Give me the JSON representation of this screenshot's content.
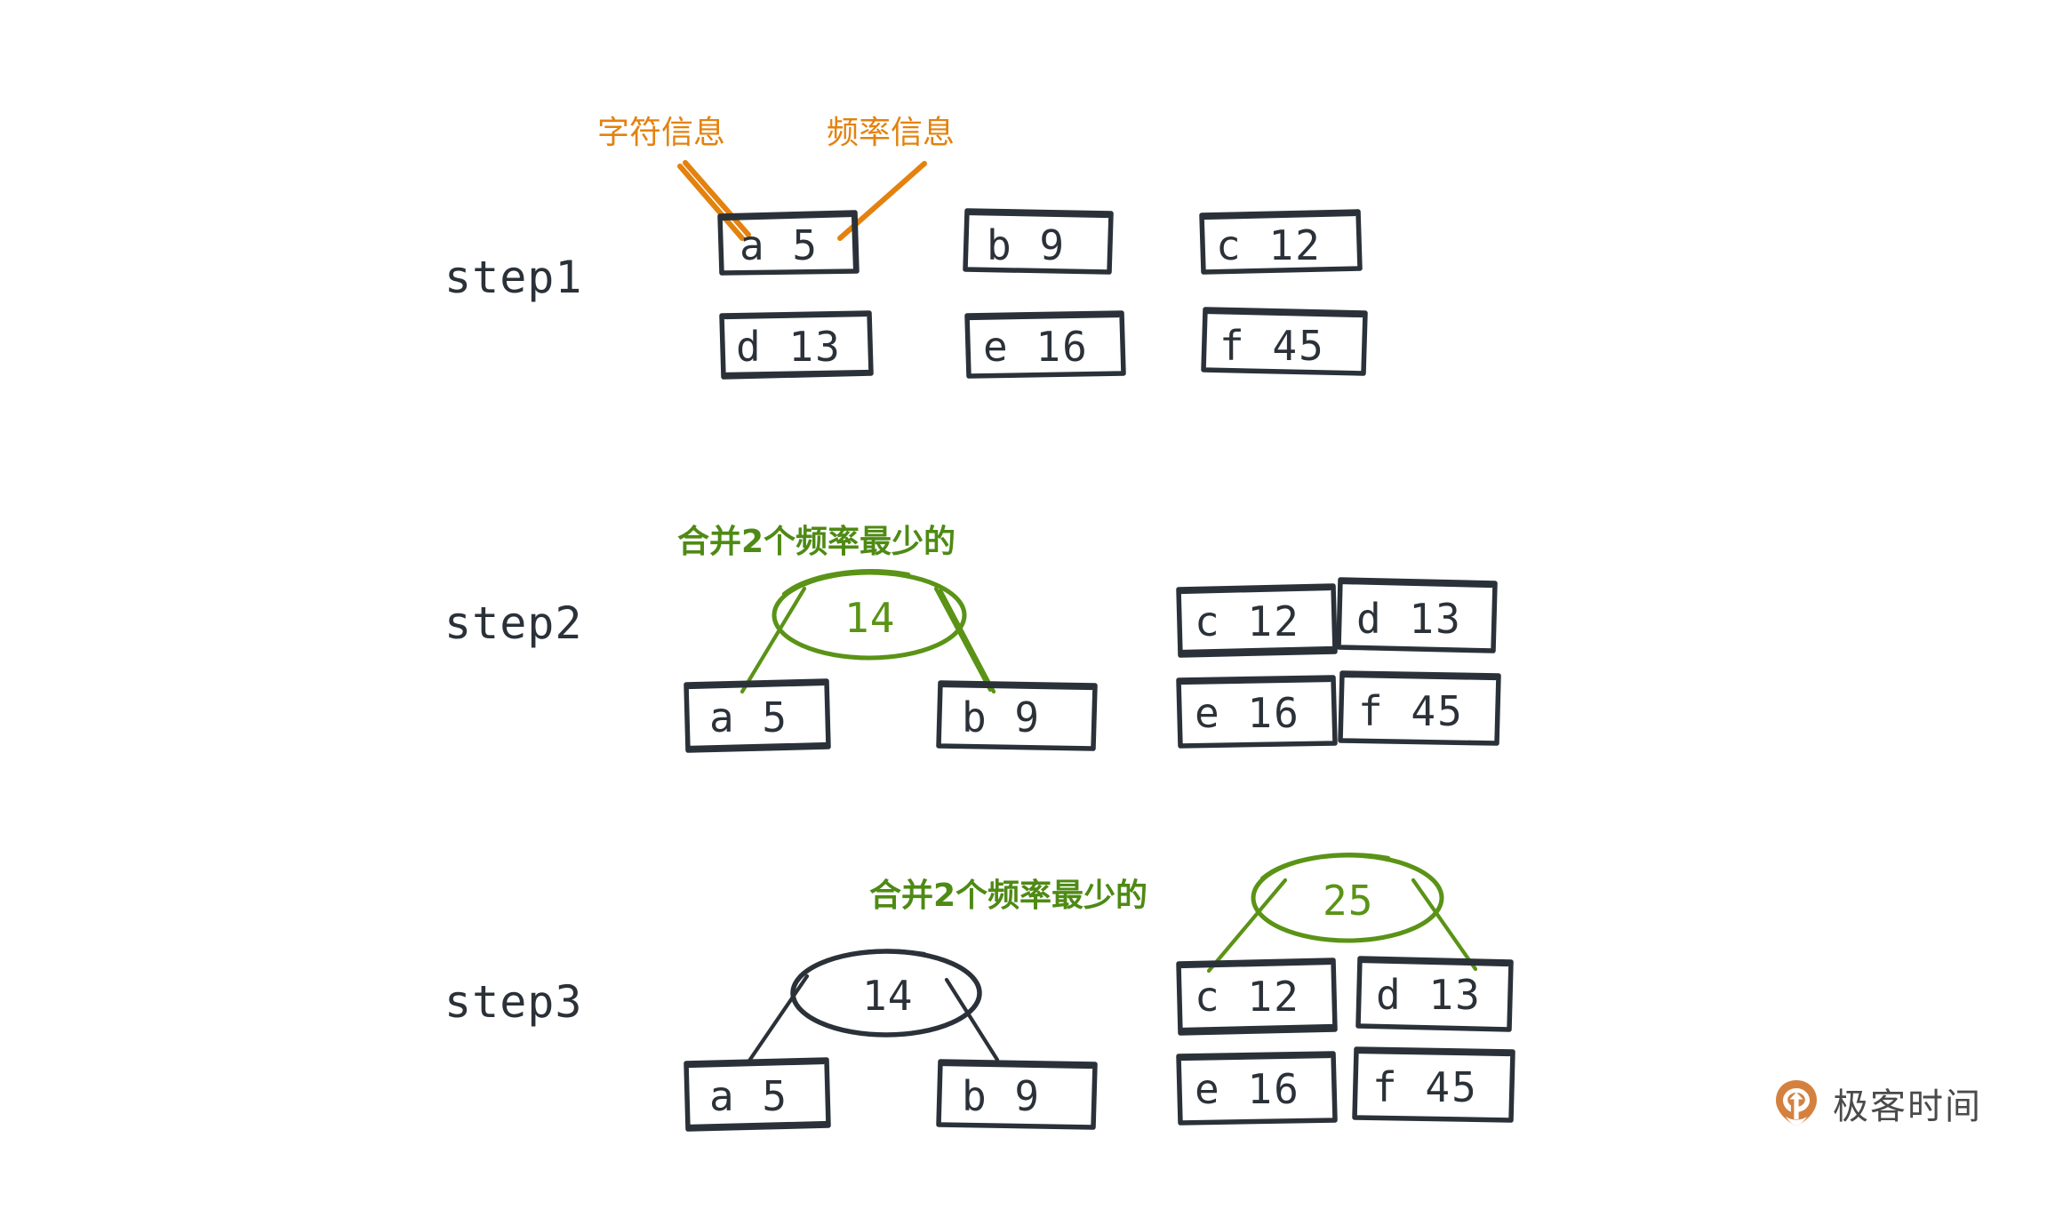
{
  "diagram": {
    "title": "Huffman coding construction steps",
    "background_color": "#ffffff",
    "ink_color": "#2b3138",
    "green_color": "#5a9316",
    "orange_color": "#e3820e"
  },
  "annotations": {
    "char_info": "字符信息",
    "freq_info": "频率信息",
    "merge_note_step2": "合并2个频率最少的",
    "merge_note_step3": "合并2个频率最少的"
  },
  "steps": [
    {
      "label": "step1",
      "nodes": [
        {
          "char": "a",
          "freq": "5",
          "text": "a  5"
        },
        {
          "char": "b",
          "freq": "9",
          "text": "b  9"
        },
        {
          "char": "c",
          "freq": "12",
          "text": "c  12"
        },
        {
          "char": "d",
          "freq": "13",
          "text": "d  13"
        },
        {
          "char": "e",
          "freq": "16",
          "text": "e  16"
        },
        {
          "char": "f",
          "freq": "45",
          "text": "f  45"
        }
      ]
    },
    {
      "label": "step2",
      "merged": {
        "value": "14",
        "children": [
          "a  5",
          "b  9"
        ],
        "color": "green"
      },
      "nodes": [
        {
          "char": "a",
          "freq": "5",
          "text": "a  5"
        },
        {
          "char": "b",
          "freq": "9",
          "text": "b  9"
        },
        {
          "char": "c",
          "freq": "12",
          "text": "c  12"
        },
        {
          "char": "d",
          "freq": "13",
          "text": "d  13"
        },
        {
          "char": "e",
          "freq": "16",
          "text": "e  16"
        },
        {
          "char": "f",
          "freq": "45",
          "text": "f  45"
        }
      ]
    },
    {
      "label": "step3",
      "merged_prev": {
        "value": "14",
        "children": [
          "a  5",
          "b  9"
        ],
        "color": "dark"
      },
      "merged": {
        "value": "25",
        "children": [
          "c  12",
          "d  13"
        ],
        "color": "green"
      },
      "nodes": [
        {
          "char": "a",
          "freq": "5",
          "text": "a  5"
        },
        {
          "char": "b",
          "freq": "9",
          "text": "b  9"
        },
        {
          "char": "c",
          "freq": "12",
          "text": "c  12"
        },
        {
          "char": "d",
          "freq": "13",
          "text": "d  13"
        },
        {
          "char": "e",
          "freq": "16",
          "text": "e  16"
        },
        {
          "char": "f",
          "freq": "45",
          "text": "f  45"
        }
      ]
    }
  ],
  "labels": {
    "step1": "step1",
    "step2": "step2",
    "step3": "step3"
  },
  "node_text": {
    "a5": "a  5",
    "b9": "b  9",
    "c12": "c  12",
    "d13": "d  13",
    "e16": "e  16",
    "f45": "f  45"
  },
  "ellipse_values": {
    "fourteen_step2": "14",
    "fourteen_step3": "14",
    "twentyfive_step3": "25"
  },
  "brand": {
    "name": "极客时间",
    "icon": "geektime-pin-icon",
    "color": "#d4813f"
  }
}
